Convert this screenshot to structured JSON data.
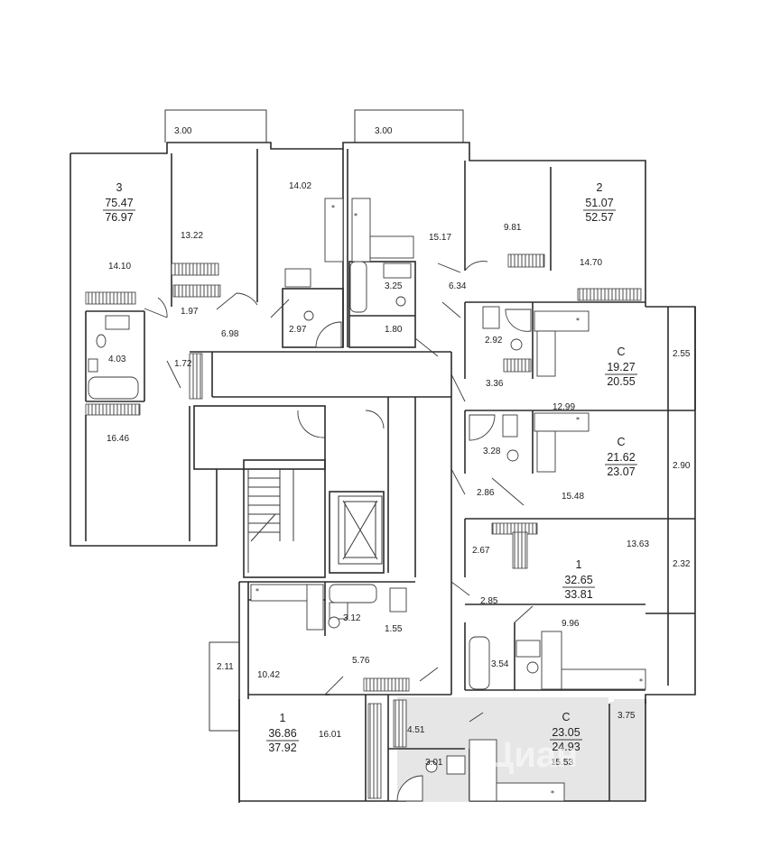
{
  "apartments": [
    {
      "id": "apt-3",
      "rooms": "3",
      "area_living": "75.47",
      "area_total": "76.97"
    },
    {
      "id": "apt-2",
      "rooms": "2",
      "area_living": "51.07",
      "area_total": "52.57"
    },
    {
      "id": "apt-c1",
      "rooms": "С",
      "area_living": "19.27",
      "area_total": "20.55"
    },
    {
      "id": "apt-c2",
      "rooms": "С",
      "area_living": "21.62",
      "area_total": "23.07"
    },
    {
      "id": "apt-1a",
      "rooms": "1",
      "area_living": "32.65",
      "area_total": "33.81"
    },
    {
      "id": "apt-1b",
      "rooms": "1",
      "area_living": "36.86",
      "area_total": "37.92"
    },
    {
      "id": "apt-c3",
      "rooms": "С",
      "area_living": "23.05",
      "area_total": "24.93"
    }
  ],
  "room_areas": [
    "3.00",
    "3.00",
    "14.02",
    "13.22",
    "15.17",
    "9.81",
    "14.10",
    "14.70",
    "1.97",
    "3.25",
    "6.34",
    "2.97",
    "1.80",
    "6.98",
    "4.03",
    "2.92",
    "1.72",
    "2.55",
    "3.36",
    "12.99",
    "16.46",
    "3.28",
    "2.90",
    "2.86",
    "15.48",
    "2.67",
    "13.63",
    "2.32",
    "2.85",
    "3.12",
    "1.55",
    "9.96",
    "2.11",
    "10.42",
    "5.76",
    "3.54",
    "3.75",
    "4.51",
    "16.01",
    "3.01",
    "15.53"
  ],
  "fridge_mark": "*",
  "watermark": "Циан"
}
